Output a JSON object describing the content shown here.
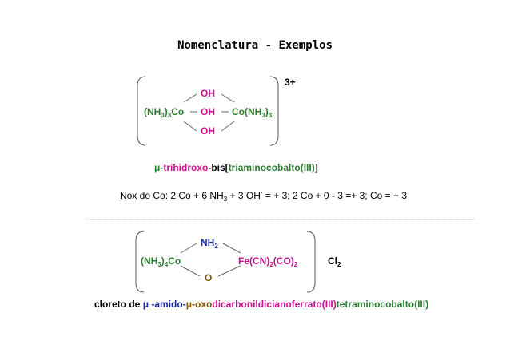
{
  "title": "Nomenclatura - Exemplos",
  "ex1": {
    "left_group": "(NH",
    "left_sub": "3",
    "left_paren": ")",
    "left_sub2": "3",
    "left_metal": "Co",
    "right_metal": "Co(NH",
    "right_sub": "3",
    "right_paren": ")",
    "right_sub2": "3",
    "bridge_top": "OH",
    "bridge_mid": "OH",
    "bridge_bot": "OH",
    "charge": "3+",
    "name_mu": "μ-",
    "name_part1": "trihidroxo",
    "name_part2": "-bis[",
    "name_part3": "triaminocobalto(III)",
    "name_part4": "]",
    "nox_text1": "Nox do Co: 2 Co + 6 NH",
    "nox_sub": "3",
    "nox_text2": " + 3 OH",
    "nox_sup": "-",
    "nox_text3": " = + 3; 2 Co + 0 - 3 =+ 3; Co = + 3"
  },
  "ex2": {
    "left_group": "(NH",
    "left_sub": "3",
    "left_paren": ")",
    "left_sub2": "4",
    "left_metal": "Co",
    "bridge_top": "NH",
    "bridge_top_sub": "2",
    "bridge_bot": "O",
    "right_group": "Fe(CN)",
    "right_sub": "2",
    "right_mid": "(CO)",
    "right_sub2": "2",
    "counter": "Cl",
    "counter_sub": "2",
    "name_p1": "cloreto de ",
    "name_mu1": "μ",
    "name_p2": " -amido-",
    "name_mu2": "μ",
    "name_p3": "-oxo",
    "name_p4": "dicarbonildicianoferrato(III)",
    "name_p5": "tetraminocobalto(III)"
  }
}
